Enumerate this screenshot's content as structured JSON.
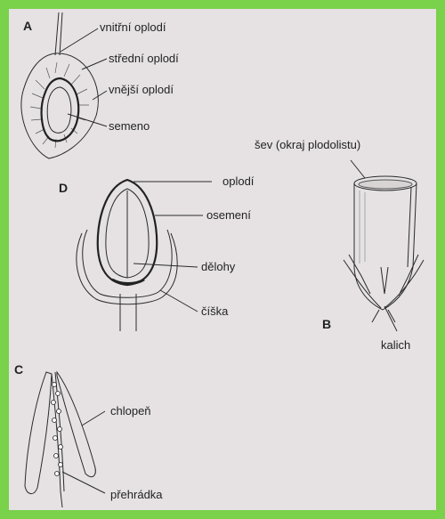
{
  "panels": {
    "A": {
      "letter": "A",
      "labels": [
        "vnitřní oplodí",
        "střední oplodí",
        "vnější oplodí",
        "semeno"
      ]
    },
    "D": {
      "letter": "D",
      "labels": [
        "oplodí",
        "osemení",
        "dělohy",
        "číška"
      ]
    },
    "B": {
      "letter": "B",
      "labels": [
        "šev (okraj plodolistu)",
        "kalich"
      ]
    },
    "C": {
      "letter": "C",
      "labels": [
        "chlopeň",
        "přehrádka"
      ]
    }
  },
  "colors": {
    "border": "#7ad14a",
    "paper": "#e6e2e3",
    "ink": "#222222"
  }
}
